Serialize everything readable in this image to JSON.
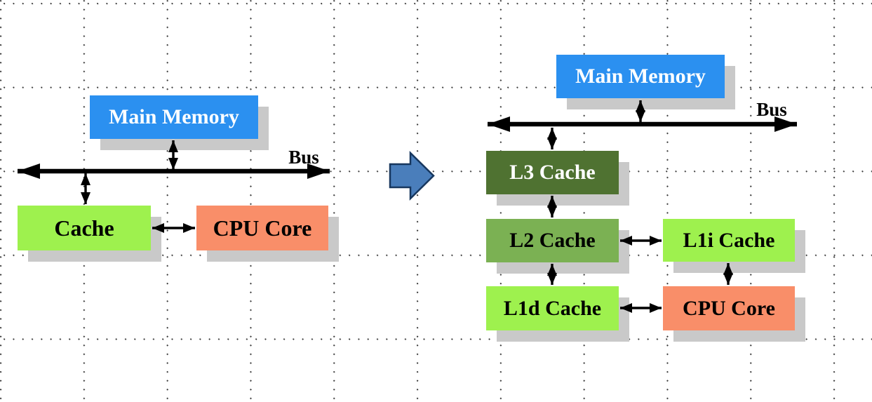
{
  "left_diagram": {
    "main_memory_label": "Main Memory",
    "bus_label": "Bus",
    "cache_label": "Cache",
    "cpu_core_label": "CPU Core"
  },
  "right_diagram": {
    "main_memory_label": "Main Memory",
    "bus_label": "Bus",
    "l3_cache_label": "L3 Cache",
    "l2_cache_label": "L2 Cache",
    "l1i_cache_label": "L1i Cache",
    "l1d_cache_label": "L1d Cache",
    "cpu_core_label": "CPU Core"
  },
  "colors": {
    "main_memory_blue": "#2B90F0",
    "light_green": "#9EF14E",
    "medium_green": "#7BB153",
    "dark_green": "#4F7231",
    "salmon": "#F98E69",
    "shadow_gray": "#C9C9C9",
    "transition_arrow_blue": "#4A7EBB",
    "connector_black": "#000000"
  }
}
